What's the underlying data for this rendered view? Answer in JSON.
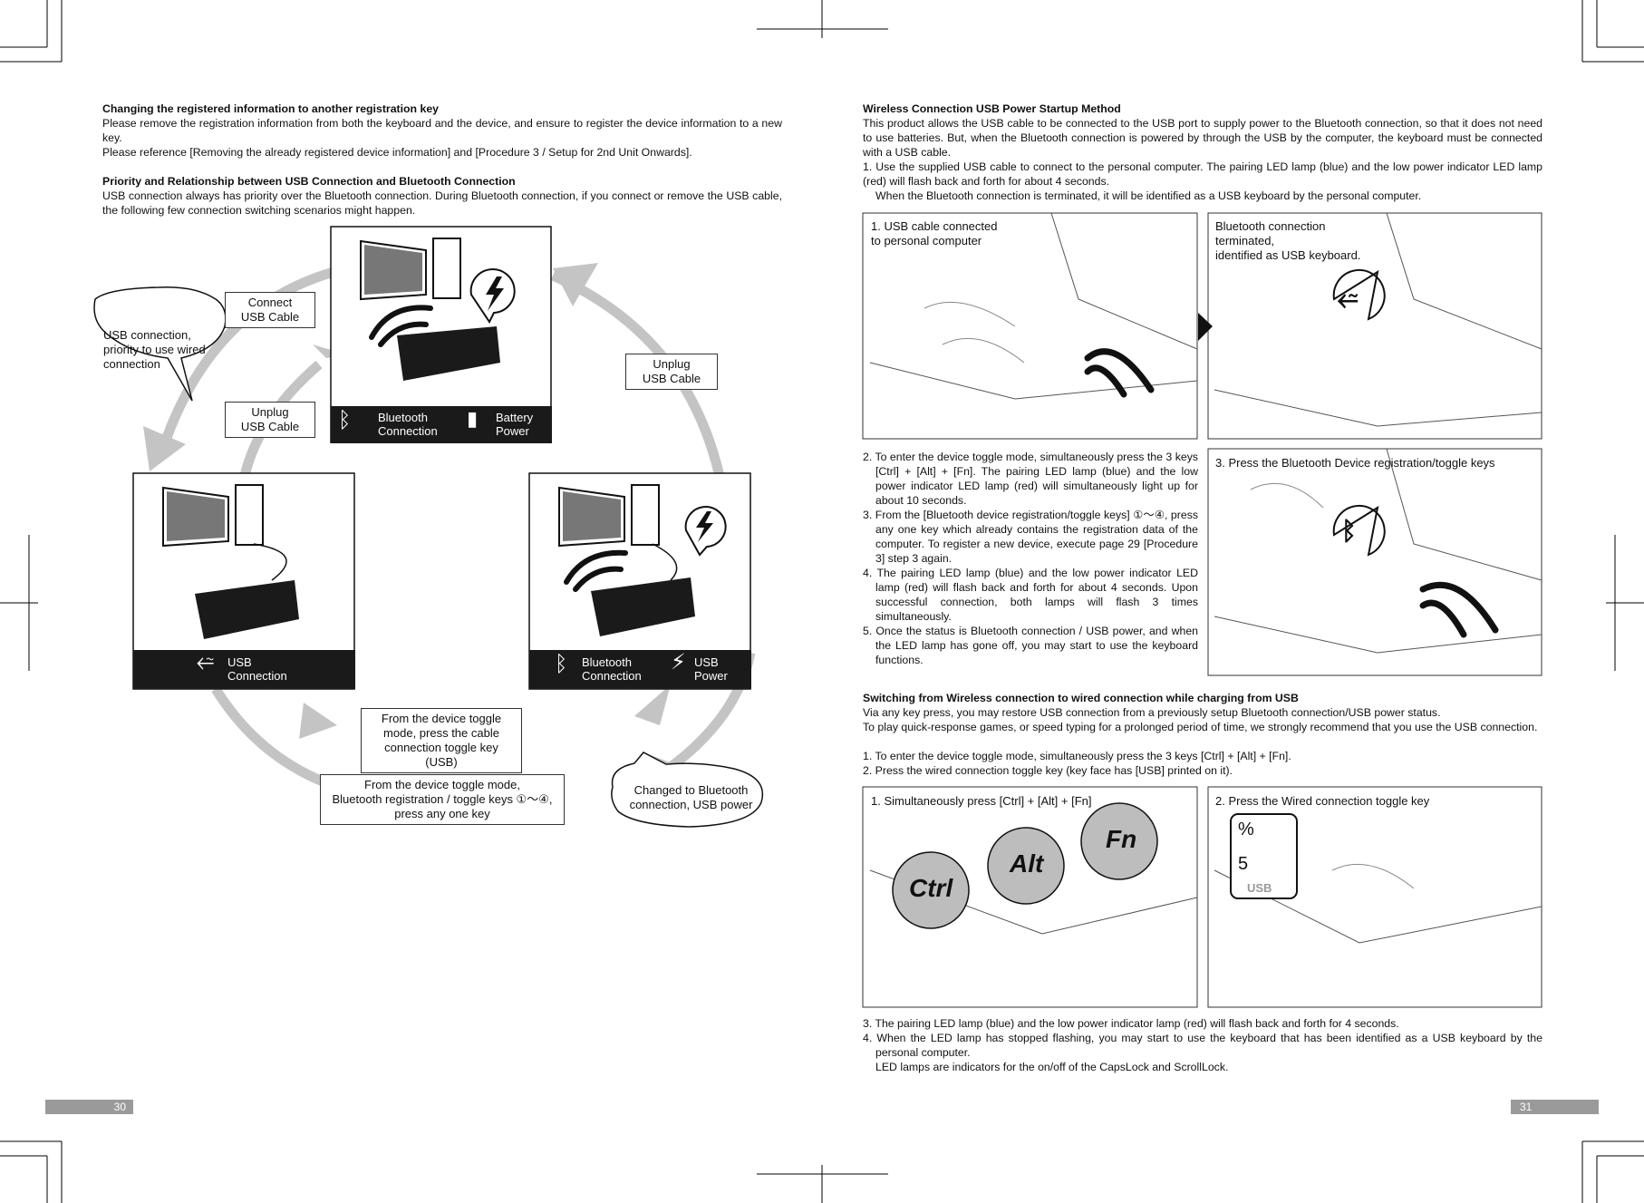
{
  "left": {
    "sec1": {
      "heading": "Changing the registered information to another registration key",
      "p1": "Please remove the registration information from both the keyboard and the device, and ensure to register the device information to a new key.",
      "p2": "Please reference [Removing the already registered device information] and [Procedure 3 / Setup for 2nd Unit Onwards]."
    },
    "sec2": {
      "heading": "Priority and Relationship between USB Connection and Bluetooth Connection",
      "p1": "USB connection always has priority over the Bluetooth connection. During Bluetooth connection, if you connect or remove the USB cable, the following few connection switching scenarios might happen."
    },
    "diagram": {
      "connect_usb": "Connect\nUSB Cable",
      "unplug_usb_left": "Unplug\nUSB Cable",
      "unplug_usb_right": "Unplug\nUSB Cable",
      "bubble_usb_priority": "USB connection,\npriority to use wired\nconnection",
      "bubble_changed_bt": "Changed to Bluetooth\nconnection, USB power",
      "toggle_cable_key": "From the device toggle\nmode, press the cable\nconnection toggle key (USB)",
      "toggle_bt_keys": "From the device toggle mode,\nBluetooth registration / toggle  keys ①～④,\npress any one key",
      "top_bar_left": "Bluetooth\nConnection",
      "top_bar_right": "Battery\nPower",
      "left_bar": "USB\nConnection",
      "right_bar_left": "Bluetooth\nConnection",
      "right_bar_right": "USB\nPower"
    },
    "page_number": "30"
  },
  "right": {
    "sec1": {
      "heading": "Wireless Connection USB Power Startup Method",
      "p1": "This product allows the USB cable to be connected to the USB port to supply power to the Bluetooth connection, so that it does not need to use batteries. But, when the Bluetooth connection is powered by through the USB by the computer, the keyboard must be connected with a USB cable.",
      "step1": "1. Use the supplied USB cable to connect to the personal computer. The pairing LED lamp (blue) and the low power indicator LED lamp (red) will flash back and forth for about 4 seconds.",
      "step1b": "When the Bluetooth connection is terminated, it will be identified as a USB keyboard by the personal computer."
    },
    "panels": {
      "p1": "1. USB cable connected\n    to personal computer",
      "p2": "Bluetooth connection\nterminated,\nidentified as USB keyboard.",
      "p3": "3. Press the Bluetooth Device registration/toggle keys"
    },
    "steps": [
      "2. To enter the device toggle mode, simultaneously press the 3 keys  [Ctrl] + [Alt] + [Fn]. The pairing LED lamp (blue) and the low power indicator LED lamp (red) will simultaneously light up for about 10 seconds.",
      "3. From the [Bluetooth device registration/toggle keys] ①～④, press any one key which already contains the registration data of the computer. To register a new device, execute page 29 [Procedure 3] step 3 again.",
      "4. The pairing LED lamp (blue) and the low power indicator LED lamp (red) will flash back and forth for about 4 seconds. Upon successful connection, both lamps will flash 3 times simultaneously.",
      "5. Once the status is Bluetooth connection / USB power, and when the LED lamp has gone off, you may start to use the keyboard functions."
    ],
    "sec2": {
      "heading": "Switching from Wireless connection to wired connection while charging from USB",
      "p1": "Via any key press, you may restore USB connection from a previously setup Bluetooth connection/USB power status.",
      "p2": "To play quick-response games, or speed typing for a prolonged period of time, we strongly recommend that you use the USB connection.",
      "s1": "1. To enter the device toggle mode, simultaneously press the 3 keys [Ctrl] + [Alt] + [Fn].",
      "s2": "2. Press the wired connection toggle key (key face has [USB] printed on it)."
    },
    "panels2": {
      "p1": "1. Simultaneously press [Ctrl] + [Alt] + [Fn]",
      "p2": "2. Press the Wired connection toggle key",
      "key_ctrl": "Ctrl",
      "key_alt": "Alt",
      "key_fn": "Fn",
      "keycap_top": "%",
      "keycap_mid": "5",
      "keycap_usb": "USB"
    },
    "footer": {
      "s3": "3. The pairing LED lamp (blue) and the low power indicator lamp (red) will flash back and forth for 4 seconds.",
      "s4": "4. When the LED lamp has stopped flashing, you may start to use the keyboard that has been identified as a USB keyboard by the personal computer.",
      "s4b": "LED lamps are indicators for the on/off of the CapsLock and ScrollLock."
    },
    "page_number": "31"
  }
}
